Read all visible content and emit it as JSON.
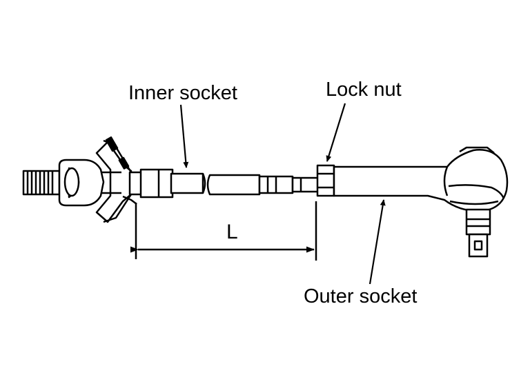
{
  "labels": {
    "inner_socket": "Inner socket",
    "lock_nut": "Lock nut",
    "outer_socket": "Outer socket",
    "dimension": "L"
  },
  "colors": {
    "ink": "#000000",
    "background": "#ffffff"
  }
}
